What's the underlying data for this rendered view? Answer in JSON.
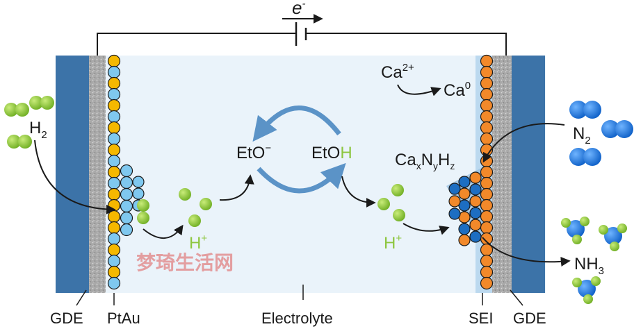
{
  "labels": {
    "electron": "e",
    "electron_sup": "-",
    "h2": "H",
    "h2_sub": "2",
    "n2": "N",
    "n2_sub": "2",
    "nh3": "NH",
    "nh3_sub": "3",
    "ca2": "Ca",
    "ca2_sup": "2+",
    "ca0": "Ca",
    "ca0_sup": "0",
    "caxnyhz_ca": "Ca",
    "caxnyhz_x": "x",
    "caxnyhz_n": "N",
    "caxnyhz_y": "y",
    "caxnyhz_h": "H",
    "caxnyhz_z": "z",
    "eto": "EtO",
    "eto_sup": "−",
    "etoh_eto": "EtO",
    "etoh_h": "H",
    "h_plus_left": "H",
    "h_plus_left_sup": "+",
    "h_plus_right": "H",
    "h_plus_right_sup": "+",
    "gde_left": "GDE",
    "ptau": "PtAu",
    "electrolyte": "Electrolyte",
    "sei": "SEI",
    "gde_right": "GDE",
    "watermark": "梦琦生活网"
  },
  "colors": {
    "gde": "#3c73a8",
    "electrolyte": "#eaf3fa",
    "porous": "#a9a9a9",
    "pt_yellow": "#f5b800",
    "au_blue": "#7fc8ef",
    "sei_orange": "#f2892a",
    "inner_blue": "#1d6ec2",
    "h_green": "#8dc63f",
    "n_blue": "#1f7ae0",
    "cycle_arrow": "#5b93c7",
    "watermark": "#e06666"
  }
}
